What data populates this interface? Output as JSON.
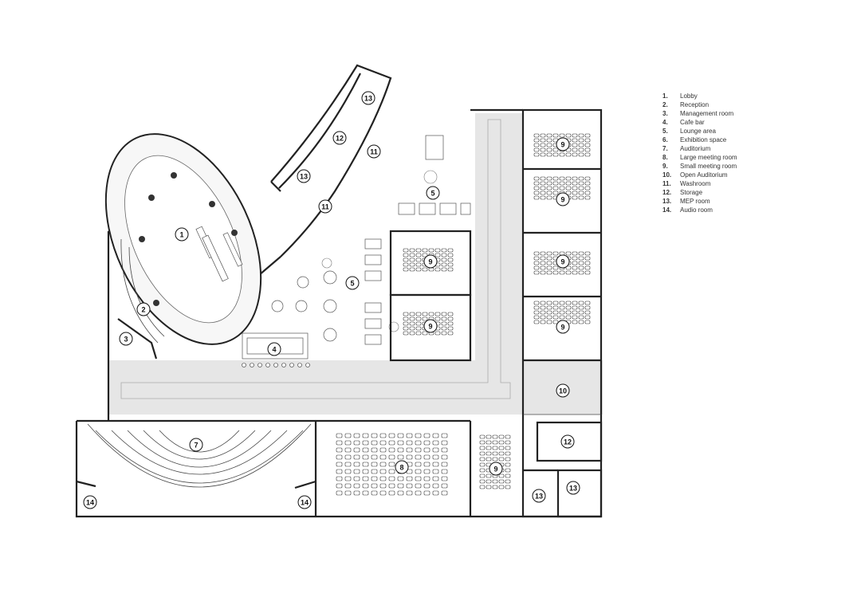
{
  "legend": [
    {
      "num": "1.",
      "label": "Lobby"
    },
    {
      "num": "2.",
      "label": "Reception"
    },
    {
      "num": "3.",
      "label": "Management room"
    },
    {
      "num": "4.",
      "label": "Cafe bar"
    },
    {
      "num": "5.",
      "label": "Lounge area"
    },
    {
      "num": "6.",
      "label": "Exhibition space"
    },
    {
      "num": "7.",
      "label": "Auditorium"
    },
    {
      "num": "8.",
      "label": "Large meeting room"
    },
    {
      "num": "9.",
      "label": "Small meeting room"
    },
    {
      "num": "10.",
      "label": "Open Auditorium"
    },
    {
      "num": "11.",
      "label": "Washroom"
    },
    {
      "num": "12.",
      "label": "Storage"
    },
    {
      "num": "13.",
      "label": "MEP room"
    },
    {
      "num": "14.",
      "label": "Audio room"
    }
  ],
  "room_tags": {
    "lobby": "1",
    "reception": "2",
    "management": "3",
    "cafe": "4",
    "lounge_a": "5",
    "lounge_b": "5",
    "auditorium": "7",
    "large_meeting": "8",
    "small_a": "9",
    "small_b": "9",
    "small_c": "9",
    "small_d": "9",
    "small_e": "9",
    "small_f": "9",
    "small_g": "9",
    "open_auditorium": "10",
    "washroom_a": "11",
    "washroom_b": "11",
    "storage": "12",
    "mep_a": "13",
    "mep_b": "13",
    "mep_c": "13",
    "mep_d": "13",
    "audio_a": "14",
    "audio_b": "14"
  }
}
